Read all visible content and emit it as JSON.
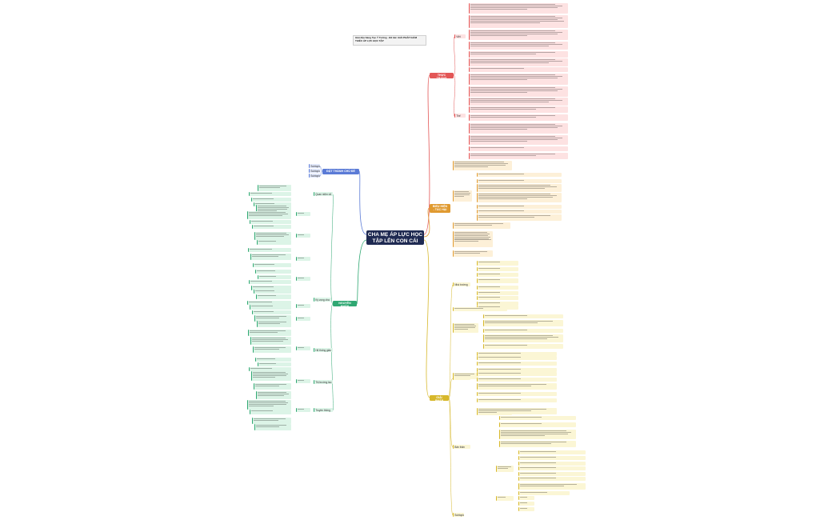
{
  "root": {
    "title": "CHA MẸ ÁP LỰC HỌC TẬP LÊN CON CÁI"
  },
  "note": {
    "text": "Giải đấu Sáng Tạo Ý Tưởng - Đề bài: GIẢI PHÁP GIẢM THIỂU ÁP LỰC HỌC TẬP"
  },
  "branches": {
    "thuc_trang": "THỰC TRẠNG",
    "bieu_hien": "BIỂU HIỆN - TÁC HẠI",
    "giai_phap": "GIẢI PHÁP",
    "nguyen_nhan": "NGUYÊN NHÂN",
    "dat_thanh": "ĐẶT THÀNH CHỦ ĐỀ"
  },
  "subtopics": {
    "tt_1": "Việt Nam",
    "tt_2": "Thế giới",
    "gp_1": "Nhà trường",
    "gp_2": "Gia đình",
    "gp_3": "Bản thân",
    "nn_1": "Quan niệm xã hội",
    "nn_2": "Kỳ vọng cha mẹ",
    "nn_3": "Hệ thống giáo dục",
    "nn_4": "Thị trường lao động",
    "nn_5": "Truyền thông"
  },
  "bluelabels": [
    "Subtopic 1",
    "Subtopic 2",
    "Subtopic 3"
  ],
  "bottomlabel": "Subtopic 1",
  "colors": {
    "root": "#1f2a52",
    "red": "#e35656",
    "orange": "#e09a30",
    "yellow": "#d7b82b",
    "green": "#2fa872",
    "blue": "#5b7bd6"
  }
}
